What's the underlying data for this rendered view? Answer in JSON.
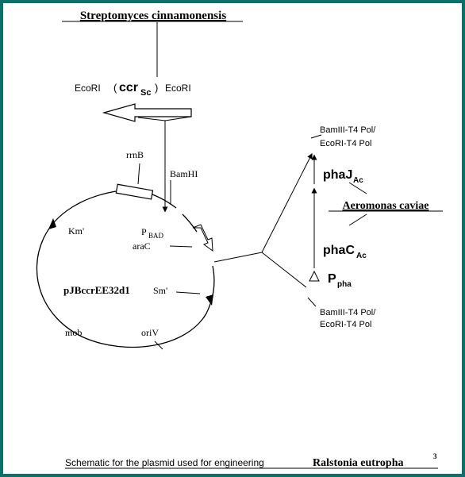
{
  "colors": {
    "frame": "#0b6f6a",
    "ink": "#000000",
    "background": "#ffffff"
  },
  "header": {
    "organism": "Streptomyces cinnamonensis"
  },
  "insert": {
    "left_site": "EcoRI",
    "right_site": "EcoRI",
    "gene_main": "ccr",
    "gene_sub": "Sc",
    "paren_open": "(",
    "paren_close": ")"
  },
  "plasmid": {
    "name": "pJBccrEE32d1",
    "labels": {
      "rrnb": "rrnB",
      "bamhi": "BamHI",
      "km": "Km'",
      "pbad_main": "P",
      "pbad_sub": "BAD",
      "arac": "araC",
      "sm": "Sm'",
      "mob": "mob",
      "oriv": "oriV"
    }
  },
  "operon": {
    "top_site_line1": "BamIII-T4 Pol/",
    "top_site_line2": "EcoRI-T4 Pol",
    "phaj_main": "phaJ",
    "phaj_sub": "Ac",
    "organism": "Aeromonas caviae",
    "phac_main": "phaC",
    "phac_sub": "Ac",
    "promoter_main": "P",
    "promoter_sub": "pha",
    "bottom_site_line1": "BamIII-T4 Pol/",
    "bottom_site_line2": "EcoRI-T4 Pol"
  },
  "caption": {
    "text": "Schematic for the plasmid used for engineering",
    "organism": "Ralstonia eutropha",
    "superscript": "3"
  }
}
